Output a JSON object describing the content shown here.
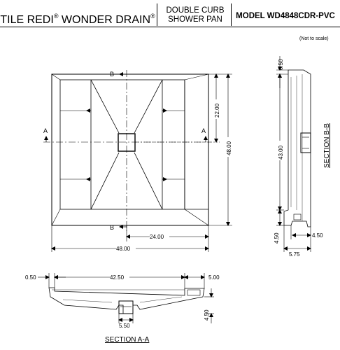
{
  "header": {
    "brand": [
      "TILE REDI",
      "®",
      " WONDER DRAIN",
      "®"
    ],
    "product_type": [
      "DOUBLE CURB",
      "SHOWER PAN"
    ],
    "model": "MODEL WD4848CDR-PVC"
  },
  "note": "(Not to scale)",
  "plan_view": {
    "section_markers": [
      "B",
      "B",
      "A",
      "A"
    ],
    "dims": {
      "drain_offset": "22.00",
      "height": "48.00",
      "half_width": "24.00",
      "width": "48.00"
    }
  },
  "section_bb": {
    "title": "SECTION B-B",
    "dims": {
      "top_lip": "0.50",
      "length": "43.00",
      "curb_depth": "4.50",
      "curb_height": "4.50",
      "overall_depth": "5.75"
    }
  },
  "section_aa": {
    "title": "SECTION A-A",
    "dims": {
      "left_lip": "0.50",
      "length": "42.50",
      "curb_width": "5.00",
      "drain_width": "5.50",
      "height": "4.50"
    }
  }
}
